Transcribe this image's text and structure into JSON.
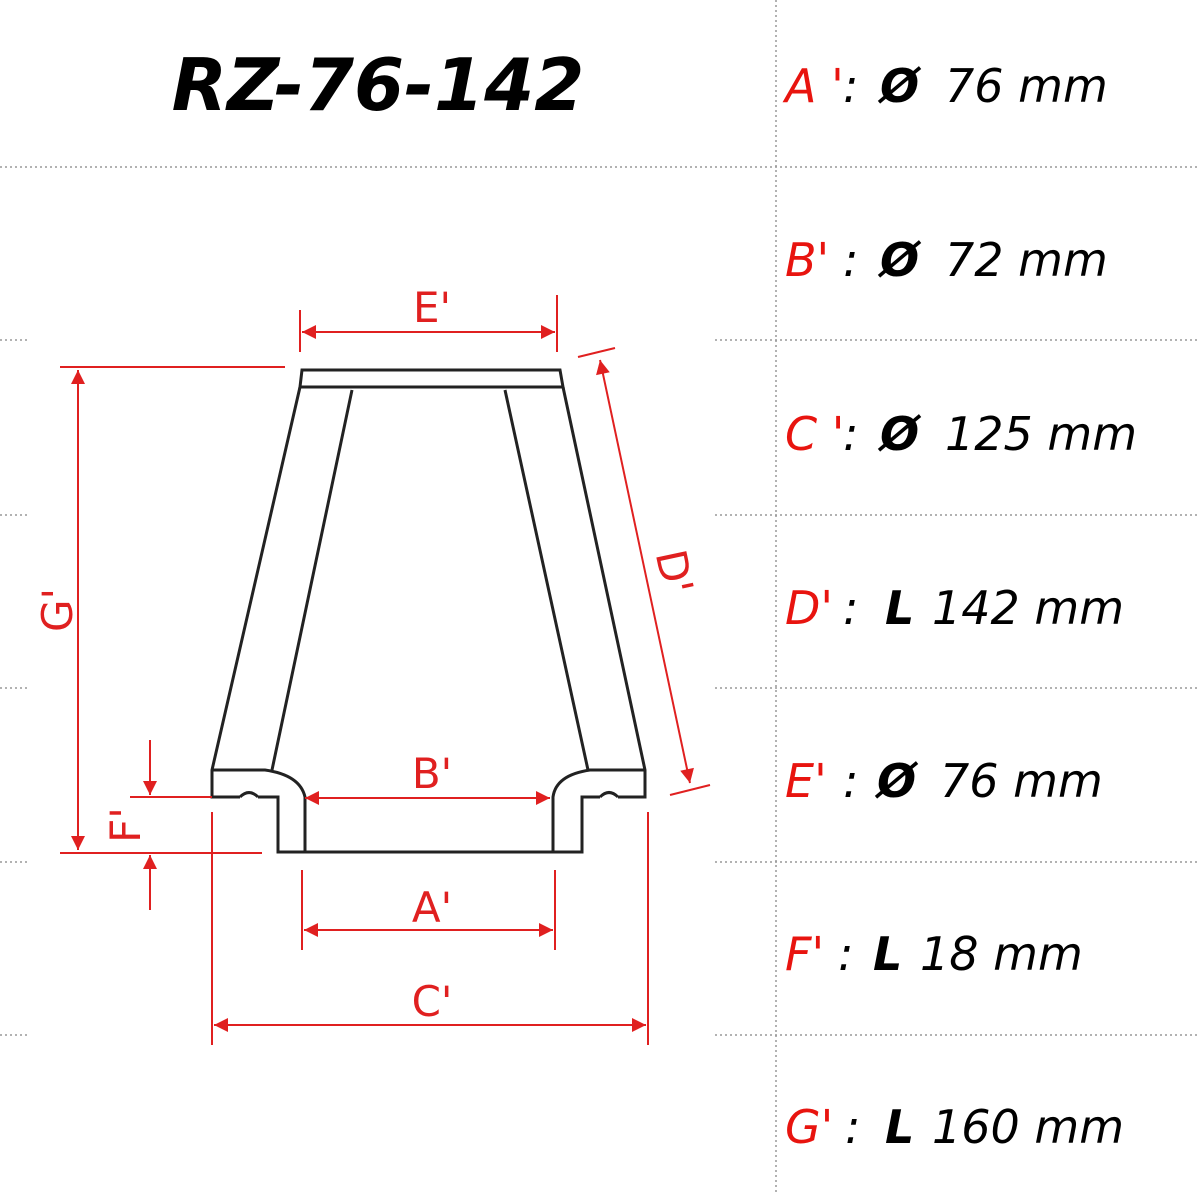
{
  "title": "RZ-76-142",
  "colors": {
    "label_red": "#e8140f",
    "dimension_red": "#e02020"
  },
  "specs": [
    {
      "letter": "A '",
      "symbol": "Ø",
      "value": "76 mm"
    },
    {
      "letter": "B'",
      "symbol": "Ø",
      "value": "72 mm"
    },
    {
      "letter": "C '",
      "symbol": "Ø",
      "value": "125 mm"
    },
    {
      "letter": "D'",
      "symbol": "L",
      "value": "142 mm"
    },
    {
      "letter": "E'",
      "symbol": "Ø",
      "value": "76 mm"
    },
    {
      "letter": "F'",
      "symbol": "L",
      "value": "18 mm"
    },
    {
      "letter": "G'",
      "symbol": "L",
      "value": "160 mm"
    }
  ],
  "colon": ":",
  "diagram_labels": {
    "A": "A'",
    "B": "B'",
    "C": "C'",
    "D": "D'",
    "E": "E'",
    "F": "F'",
    "G": "G'"
  }
}
